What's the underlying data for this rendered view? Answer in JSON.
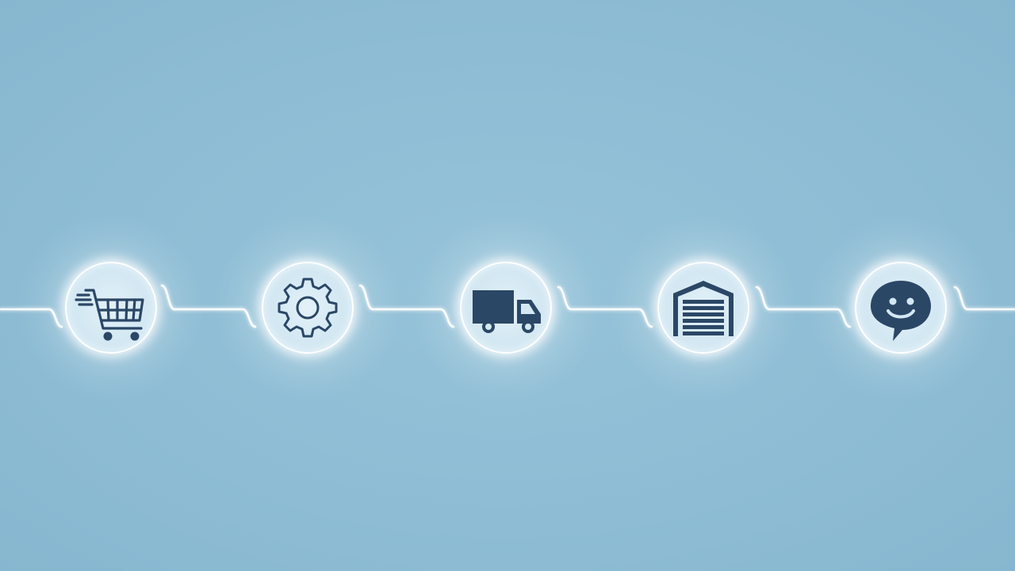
{
  "diagram": {
    "type": "process-flow",
    "colors": {
      "background": "#8fbdd5",
      "connector": "#ffffff",
      "node_fill": "#d6eaf4",
      "icon": "#2b4766"
    },
    "steps": [
      {
        "id": "order",
        "icon": "shopping-cart-icon"
      },
      {
        "id": "processing",
        "icon": "gear-icon"
      },
      {
        "id": "shipping",
        "icon": "delivery-truck-icon"
      },
      {
        "id": "warehouse",
        "icon": "warehouse-icon"
      },
      {
        "id": "satisfaction",
        "icon": "smiley-chat-bubble-icon"
      }
    ]
  }
}
